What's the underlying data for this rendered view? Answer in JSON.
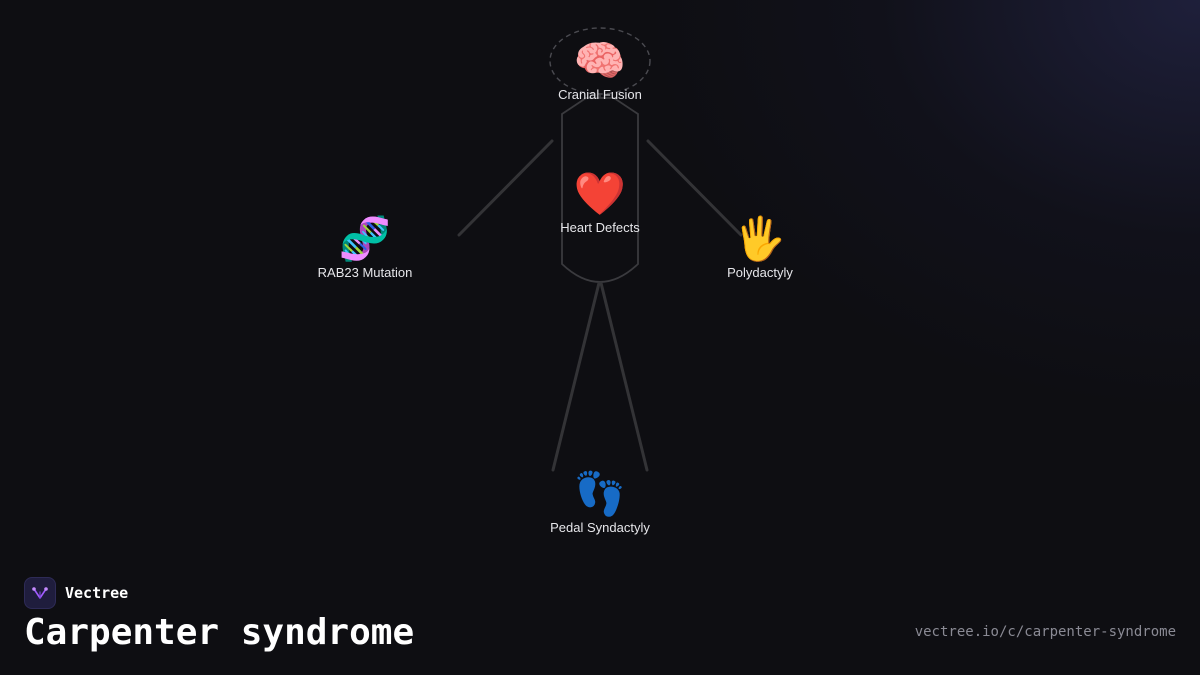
{
  "diagram": {
    "nodes": [
      {
        "id": "cranial",
        "icon": "brain-icon",
        "emoji": "🧠",
        "label": "Cranial Fusion"
      },
      {
        "id": "heart",
        "icon": "heart-icon",
        "emoji": "❤️",
        "label": "Heart Defects"
      },
      {
        "id": "rab23",
        "icon": "dna-icon",
        "emoji": "🧬",
        "label": "RAB23 Mutation"
      },
      {
        "id": "polydactyly",
        "icon": "hand-icon",
        "emoji": "🖐️",
        "label": "Polydactyly"
      },
      {
        "id": "pedal",
        "icon": "footprints-icon",
        "emoji": "👣",
        "label": "Pedal Syndactyly"
      }
    ]
  },
  "brand": {
    "name": "Vectree",
    "logo_icon": "vectree-logo-icon",
    "accent_color": "#a05cff"
  },
  "page": {
    "title": "Carpenter syndrome",
    "url": "vectree.io/c/carpenter-syndrome"
  },
  "colors": {
    "background": "#0e0e12",
    "figure_stroke": "#3a3a3e",
    "text": "#e6e6ea"
  }
}
